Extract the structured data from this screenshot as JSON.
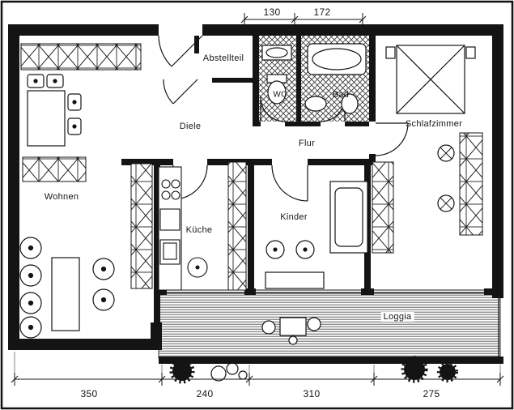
{
  "page": {
    "type": "apartment-floor-plan-scan"
  },
  "rooms": {
    "abstellteil": "Abstellteil",
    "wc": "WC",
    "bad": "Bad",
    "schlafzimmer": "Schlafzimmer",
    "diele": "Diele",
    "flur": "Flur",
    "wohnen": "Wohnen",
    "kueche": "Küche",
    "kinder": "Kinder",
    "loggia": "Loggia"
  },
  "dimensions": {
    "top": [
      "130",
      "172"
    ],
    "bottom": [
      "350",
      "240",
      "310",
      "275"
    ]
  },
  "colors": {
    "ink": "#141414",
    "paper": "#ffffff"
  }
}
